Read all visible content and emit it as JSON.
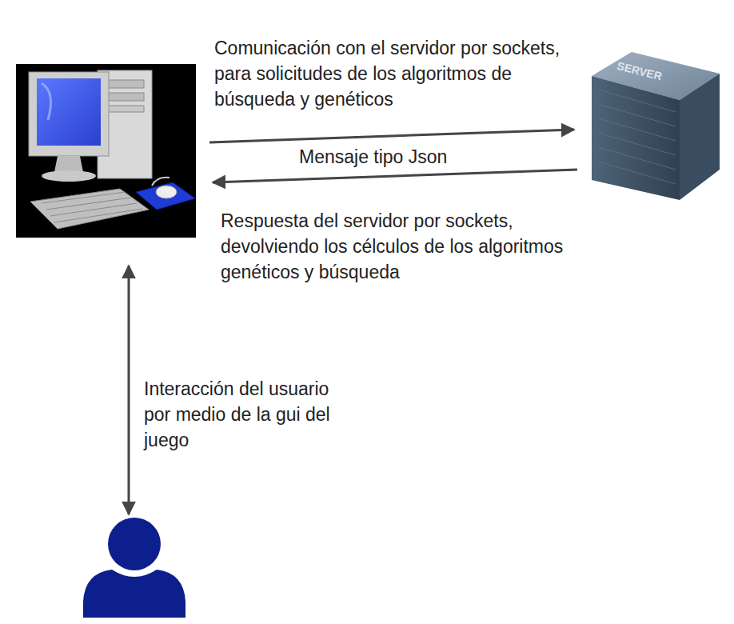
{
  "diagram": {
    "labels": [
      "Comunicación con el servidor por sockets, para solicitudes de los algoritmos de búsqueda y genéticos",
      "Mensaje tipo Json",
      "Respuesta del servidor por sockets, devolviendo los célculos de los algoritmos genéticos y búsqueda",
      "Interacción del usuario por medio de la gui del juego",
      "SERVER"
    ]
  }
}
